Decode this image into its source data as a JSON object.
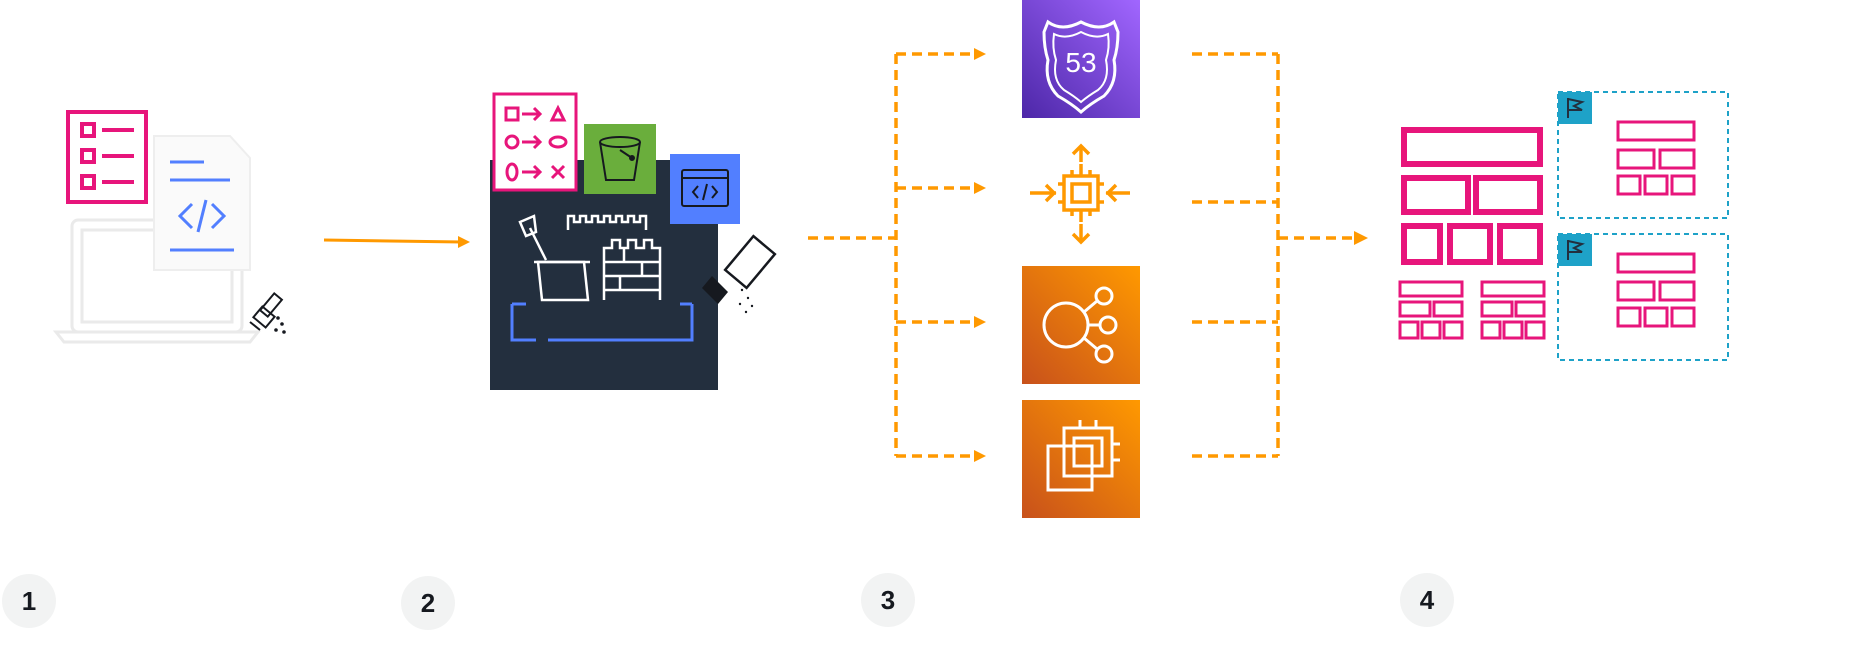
{
  "steps": [
    {
      "number": "1",
      "icon": "laptop-with-test-script-icon"
    },
    {
      "number": "2",
      "icon": "sandbox-environment-icon"
    },
    {
      "number": "3",
      "icon": "aws-services-icon"
    },
    {
      "number": "4",
      "icon": "dashboards-icon"
    }
  ],
  "services": [
    {
      "icon": "route53-icon",
      "label": "53",
      "color": "#8c4fff"
    },
    {
      "icon": "compute-chip-icon",
      "color": "#ff9900"
    },
    {
      "icon": "elastic-load-balancing-icon",
      "color": "#ed7100"
    },
    {
      "icon": "ec2-instances-icon",
      "color": "#ed7100"
    }
  ],
  "colors": {
    "pink": "#e7157b",
    "orange": "#ff9900",
    "blue": "#527fff",
    "green": "#6aae3c",
    "navy": "#232f3e",
    "teal": "#1ea2c8"
  }
}
